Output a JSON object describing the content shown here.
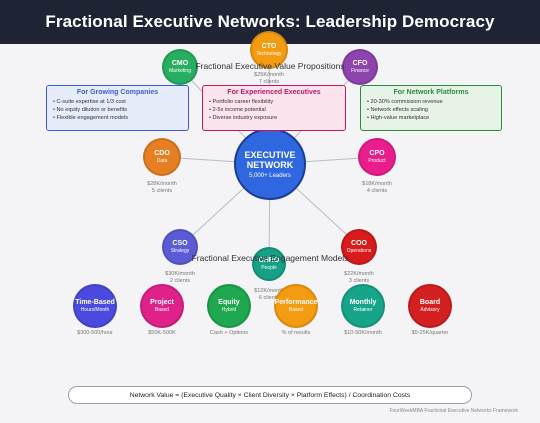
{
  "header": {
    "title": "Fractional Executive Networks: Leadership Democracy"
  },
  "center": {
    "title_line1": "EXECUTIVE",
    "title_line2": "NETWORK",
    "subtitle": "5,000+ Leaders",
    "color": "#2f67e0"
  },
  "executives": [
    {
      "role": "CTO",
      "area": "Technology",
      "color": "#f39c12",
      "rate": "$25K/month",
      "clients": "7 clients"
    },
    {
      "role": "CMO",
      "area": "Marketing",
      "color": "#27ae60",
      "rate": "",
      "clients": ""
    },
    {
      "role": "CFO",
      "area": "Finance",
      "color": "#8e44ad",
      "rate": "",
      "clients": ""
    },
    {
      "role": "CDO",
      "area": "Data",
      "color": "#e67e22",
      "rate": "$28K/month",
      "clients": "5 clients"
    },
    {
      "role": "CPO",
      "area": "Product",
      "color": "#e91e8c",
      "rate": "$18K/month",
      "clients": "4 clients"
    },
    {
      "role": "CSO",
      "area": "Strategy",
      "color": "#5b5bd6",
      "rate": "$30K/month",
      "clients": "2 clients"
    },
    {
      "role": "CHRO",
      "area": "People",
      "color": "#16a085",
      "rate": "$12K/month",
      "clients": "6 clients"
    },
    {
      "role": "COO",
      "area": "Operations",
      "color": "#d81b1b",
      "rate": "$22K/month",
      "clients": "3 clients"
    }
  ],
  "value_props": {
    "title": "Fractional Executive Value Propositions",
    "cards": [
      {
        "title": "For Growing Companies",
        "accent": "#3b5bdb",
        "bg": "#e7ecfb",
        "items": [
          "C-suite expertise at 1/3 cost",
          "No equity dilution or benefits",
          "Flexible engagement models"
        ]
      },
      {
        "title": "For Experienced Executives",
        "accent": "#c2185b",
        "bg": "#fbe4ef",
        "items": [
          "Portfolio career flexibility",
          "2-5x income potential",
          "Diverse industry exposure"
        ]
      },
      {
        "title": "For Network Platforms",
        "accent": "#2e8b3d",
        "bg": "#e6f4e8",
        "items": [
          "20-30% commission revenue",
          "Network effects scaling",
          "High-value marketplace"
        ]
      }
    ]
  },
  "engagement": {
    "title": "Fractional Executive Engagement Models",
    "models": [
      {
        "title": "Time-Based",
        "sub": "Hours/Month",
        "color": "#4a4adf",
        "note": "$300-500/hour"
      },
      {
        "title": "Project",
        "sub": "Based",
        "color": "#e0218a",
        "note": "$50K-500K"
      },
      {
        "title": "Equity",
        "sub": "Hybrid",
        "color": "#1fa84f",
        "note": "Cash + Options"
      },
      {
        "title": "Performance",
        "sub": "Based",
        "color": "#f39c12",
        "note": "% of results"
      },
      {
        "title": "Monthly",
        "sub": "Retainer",
        "color": "#17a589",
        "note": "$10-50K/month"
      },
      {
        "title": "Board",
        "sub": "Advisory",
        "color": "#d32020",
        "note": "$5-25K/quarter"
      }
    ]
  },
  "formula": "Network Value = (Executive Quality × Client Diversity × Platform Effects) / Coordination Costs",
  "footer": "FourWeekMBA Fractional Executive Networks Framework"
}
